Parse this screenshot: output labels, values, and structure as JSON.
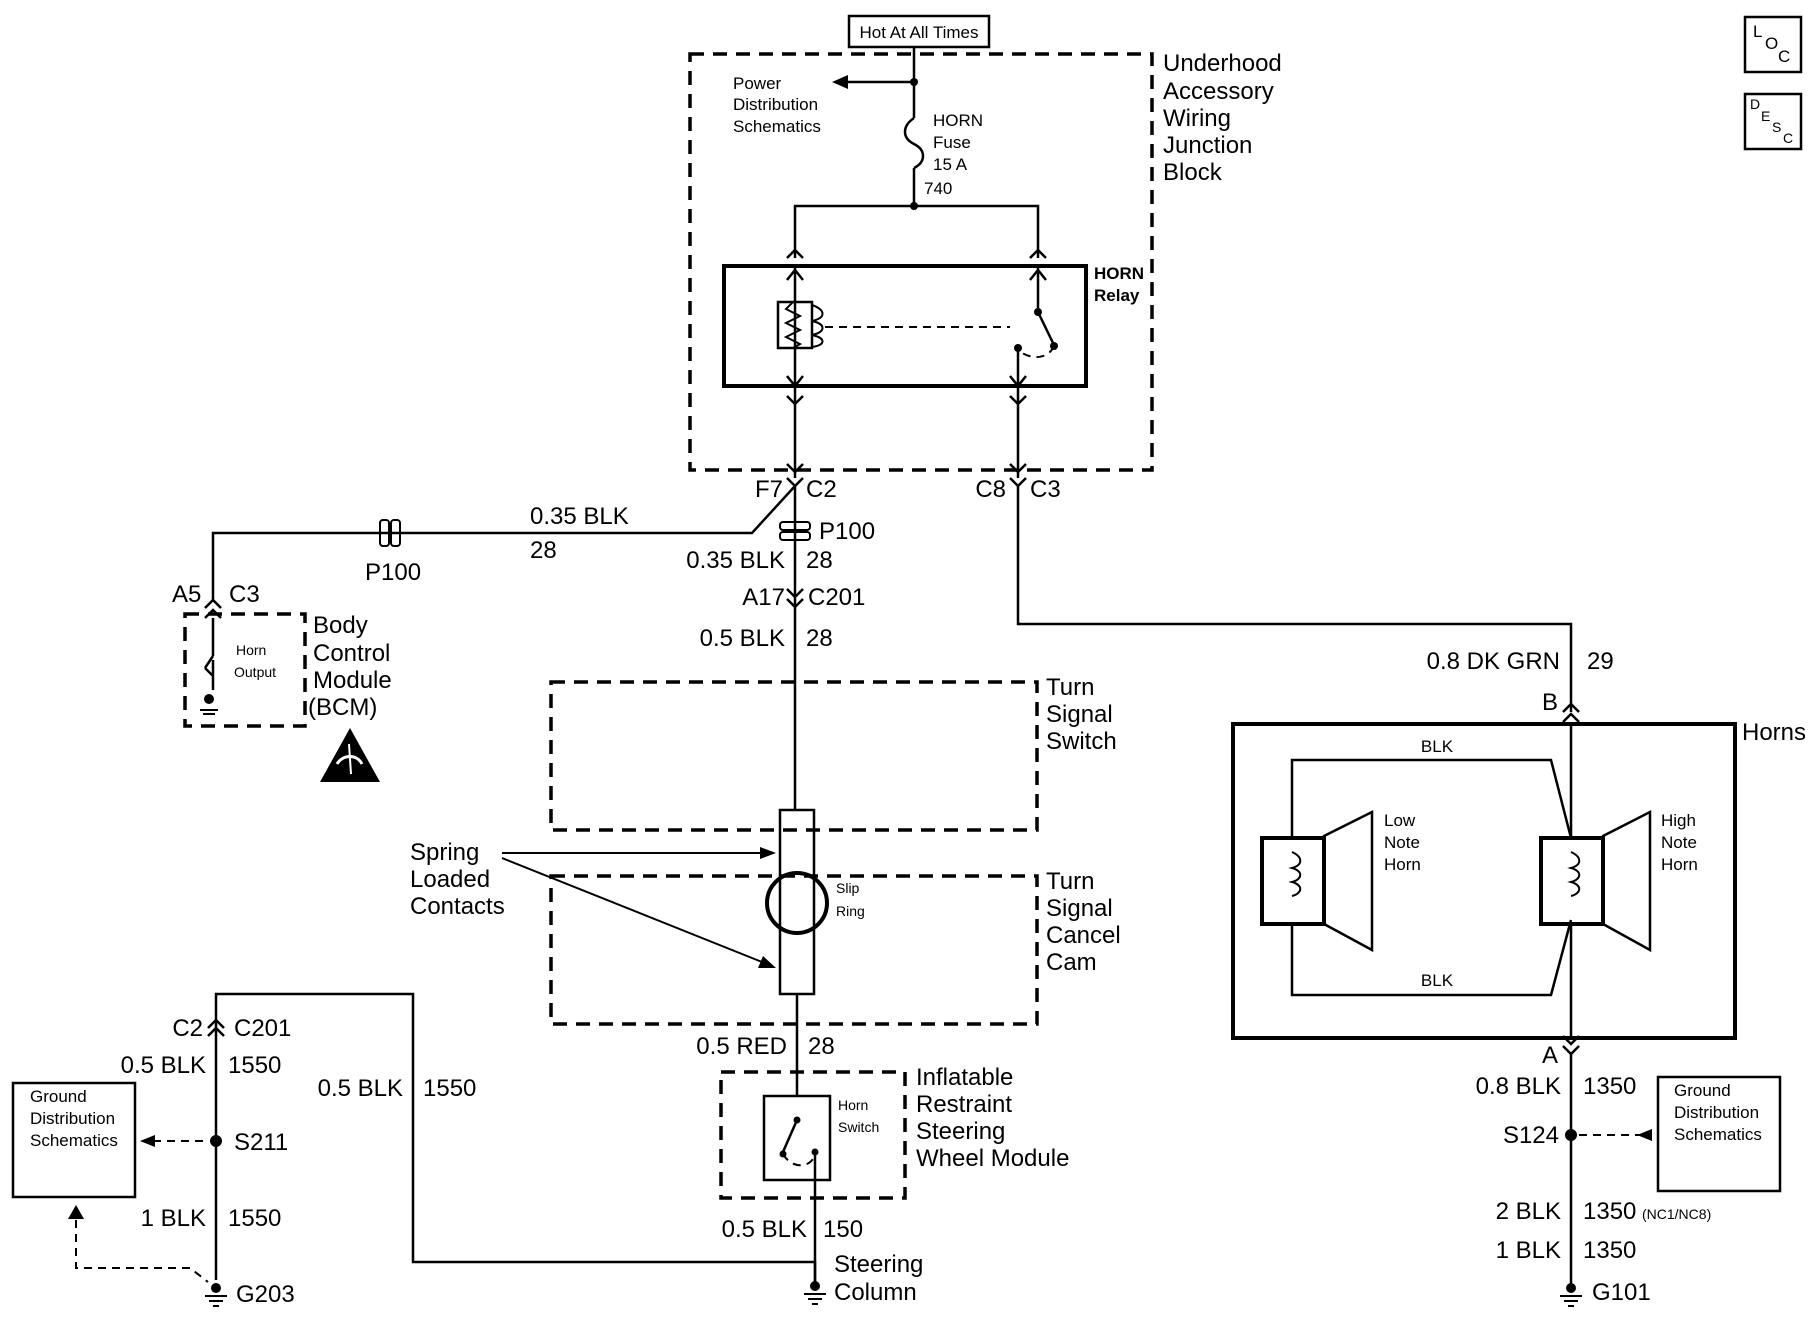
{
  "hot_label": "Hot At All Times",
  "underhood_block": [
    "Underhood",
    "Accessory",
    "Wiring",
    "Junction",
    "Block"
  ],
  "power_dist": [
    "Power",
    "Distribution",
    "Schematics"
  ],
  "fuse": [
    "HORN",
    "Fuse",
    "15 A",
    "740"
  ],
  "relay": [
    "HORN",
    "Relay"
  ],
  "conn_c2": {
    "pin": "F7",
    "name": "C2"
  },
  "conn_c3": {
    "pin": "C8",
    "name": "C3"
  },
  "p100_left": "P100",
  "p100_center": "P100",
  "wire_bcm": {
    "size": "0.35 BLK",
    "circuit": "28"
  },
  "wire_p100": {
    "size": "0.35 BLK",
    "circuit": "28"
  },
  "conn_c201": {
    "pin": "A17",
    "name": "C201"
  },
  "wire_c201": {
    "size": "0.5 BLK",
    "circuit": "28"
  },
  "bcm_conn": {
    "pin": "A5",
    "name": "C3"
  },
  "horn_output": [
    "Horn",
    "Output"
  ],
  "bcm": [
    "Body",
    "Control",
    "Module",
    "(BCM)"
  ],
  "turn_signal_switch": [
    "Turn",
    "Signal",
    "Switch"
  ],
  "spring_contacts": [
    "Spring",
    "Loaded",
    "Contacts"
  ],
  "slip_ring": [
    "Slip",
    "Ring"
  ],
  "cancel_cam": [
    "Turn",
    "Signal",
    "Cancel",
    "Cam"
  ],
  "wire_red": {
    "size": "0.5 RED",
    "circuit": "28"
  },
  "horn_switch": [
    "Horn",
    "Switch"
  ],
  "airbag_module": [
    "Inflatable",
    "Restraint",
    "Steering",
    "Wheel Module"
  ],
  "wire_150": {
    "size": "0.5 BLK",
    "circuit": "150"
  },
  "steering_column": [
    "Steering",
    "Column"
  ],
  "left_conn": {
    "pin": "C2",
    "name": "C201"
  },
  "wire_1550_a": {
    "size": "0.5 BLK",
    "circuit": "1550"
  },
  "wire_1550_b": {
    "size": "0.5 BLK",
    "circuit": "1550"
  },
  "wire_1550_c": {
    "size": "1 BLK",
    "circuit": "1550"
  },
  "ground_dist_left": [
    "Ground",
    "Distribution",
    "Schematics"
  ],
  "splice_left": "S211",
  "ground_left": "G203",
  "wire_dkgrn": {
    "size": "0.8 DK GRN",
    "circuit": "29"
  },
  "horns_title": "Horns",
  "horn_pin_b": "B",
  "horn_pin_a": "A",
  "blk_top": "BLK",
  "blk_bottom": "BLK",
  "low_note": [
    "Low",
    "Note",
    "Horn"
  ],
  "high_note": [
    "High",
    "Note",
    "Horn"
  ],
  "wire_1350_a": {
    "size": "0.8 BLK",
    "circuit": "1350"
  },
  "ground_dist_right": [
    "Ground",
    "Distribution",
    "Schematics"
  ],
  "splice_right": "S124",
  "wire_1350_b": {
    "size": "2 BLK",
    "circuit": "1350",
    "note": "(NC1/NC8)"
  },
  "wire_1350_c": {
    "size": "1 BLK",
    "circuit": "1350"
  },
  "ground_right": "G101",
  "loc_icon": {
    "l": "L",
    "o": "O",
    "c": "C"
  },
  "desc_icon": {
    "d": "D",
    "e": "E",
    "s": "S",
    "c": "C"
  }
}
